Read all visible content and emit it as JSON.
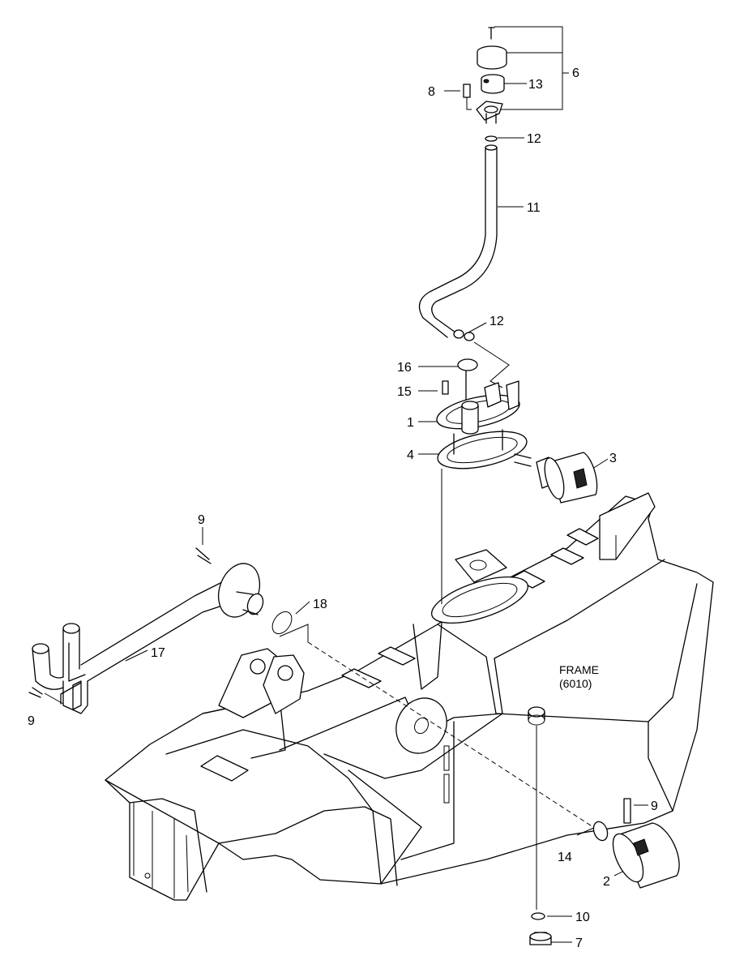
{
  "diagram": {
    "frame_label": "FRAME",
    "frame_code": "(6010)",
    "callouts": {
      "c6": "6",
      "c13": "13",
      "c8": "8",
      "c12a": "12",
      "c11": "11",
      "c12b": "12",
      "c16": "16",
      "c15": "15",
      "c1": "1",
      "c4": "4",
      "c3": "3",
      "c9a": "9",
      "c18": "18",
      "c17": "17",
      "c9b": "9",
      "c9c": "9",
      "c14": "14",
      "c2": "2",
      "c10": "10",
      "c7": "7"
    }
  }
}
